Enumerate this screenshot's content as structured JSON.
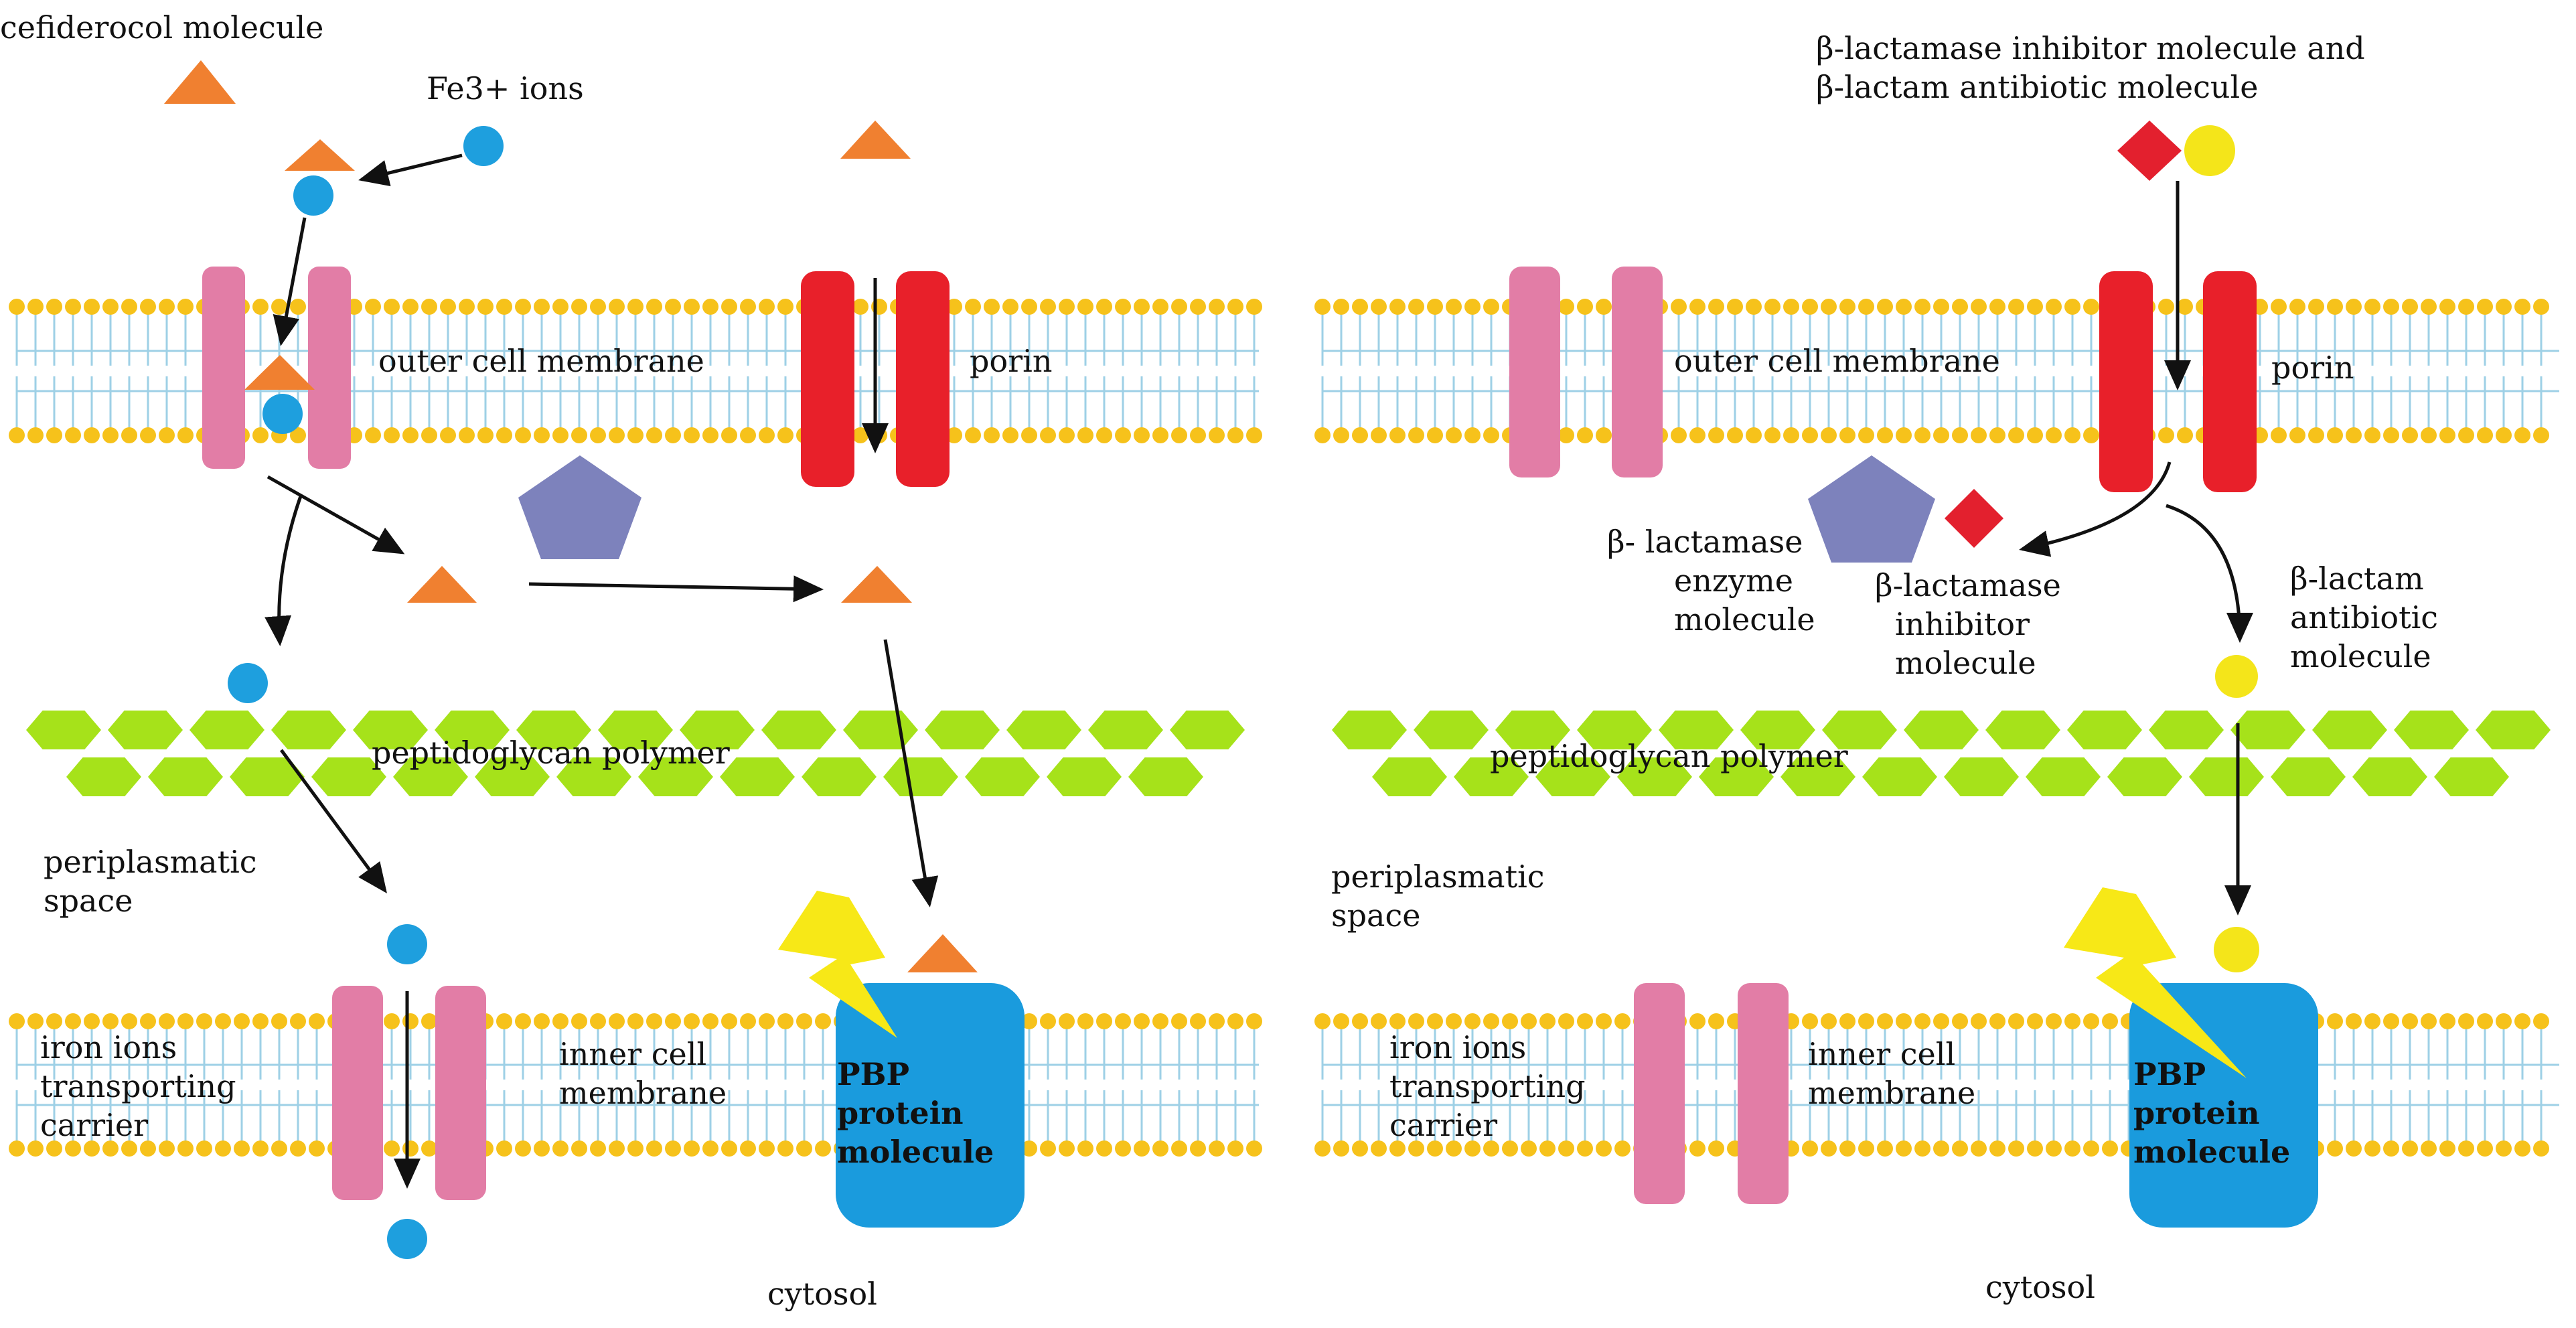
{
  "colors": {
    "lipid_head": "#F6C21B",
    "lipid_tail": "#9ED0E6",
    "cefiderocol": "#F08030",
    "iron": "#1E9FDE",
    "porin": "#E8202A",
    "carrier": "#E27DA6",
    "enzyme": "#7D82BC",
    "peptidoglycan": "#A6E21A",
    "pbp": "#1A9BDD",
    "bolt": "#F7E817",
    "inhibitor": "#E3202E",
    "antibiotic": "#F4E51A"
  },
  "left": {
    "cefiderocol_label": "cefiderocol molecule",
    "iron_label": "Fe3+ ions",
    "outer_membrane": "outer cell membrane",
    "porin": "porin",
    "peptidoglycan": "peptidoglycan polymer",
    "periplasm": [
      "periplasmatic",
      "space"
    ],
    "carrier": [
      "iron ions",
      "transporting",
      "carrier"
    ],
    "inner_membrane": [
      "inner cell",
      "membrane"
    ],
    "pbp": [
      "PBP",
      "protein",
      "molecule"
    ],
    "cytosol": "cytosol"
  },
  "right": {
    "inhibitor_antibiotic": [
      "β-lactamase inhibitor molecule and",
      "β-lactam antibiotic molecule"
    ],
    "outer_membrane": "outer cell membrane",
    "porin": "porin",
    "enzyme": [
      "β- lactamase",
      "enzyme",
      "molecule"
    ],
    "inhibitor": [
      "β-lactamase",
      "inhibitor",
      "molecule"
    ],
    "antibiotic": [
      "β-lactam",
      "antibiotic",
      "molecule"
    ],
    "peptidoglycan": "peptidoglycan polymer",
    "periplasm": [
      "periplasmatic",
      "space"
    ],
    "carrier": [
      "iron ions",
      "transporting",
      "carrier"
    ],
    "inner_membrane": [
      "inner cell",
      "membrane"
    ],
    "pbp": [
      "PBP",
      "protein",
      "molecule"
    ],
    "cytosol": "cytosol"
  }
}
